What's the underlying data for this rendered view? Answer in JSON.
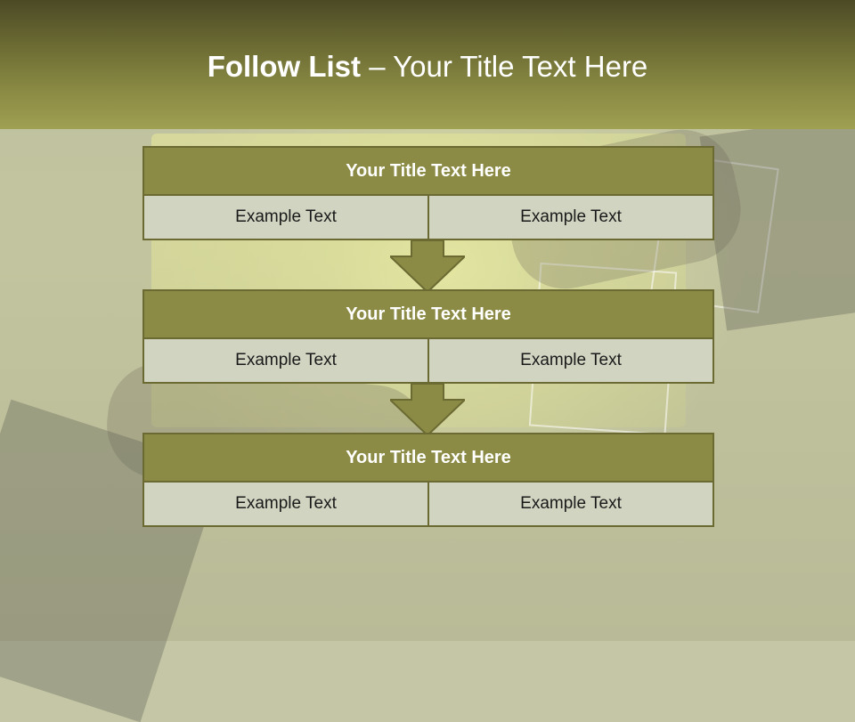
{
  "title": {
    "bold": "Follow List",
    "rest": " – Your Title Text Here"
  },
  "blocks": [
    {
      "title": "Your Title Text Here",
      "cells": [
        "Example Text",
        "Example Text"
      ]
    },
    {
      "title": "Your Title Text Here",
      "cells": [
        "Example Text",
        "Example Text"
      ]
    },
    {
      "title": "Your Title Text Here",
      "cells": [
        "Example Text",
        "Example Text"
      ]
    }
  ],
  "colors": {
    "header": "#8a8a44",
    "block_title": "#8c8b45",
    "cell": "#d2d4c2",
    "border": "#6a6a32"
  }
}
